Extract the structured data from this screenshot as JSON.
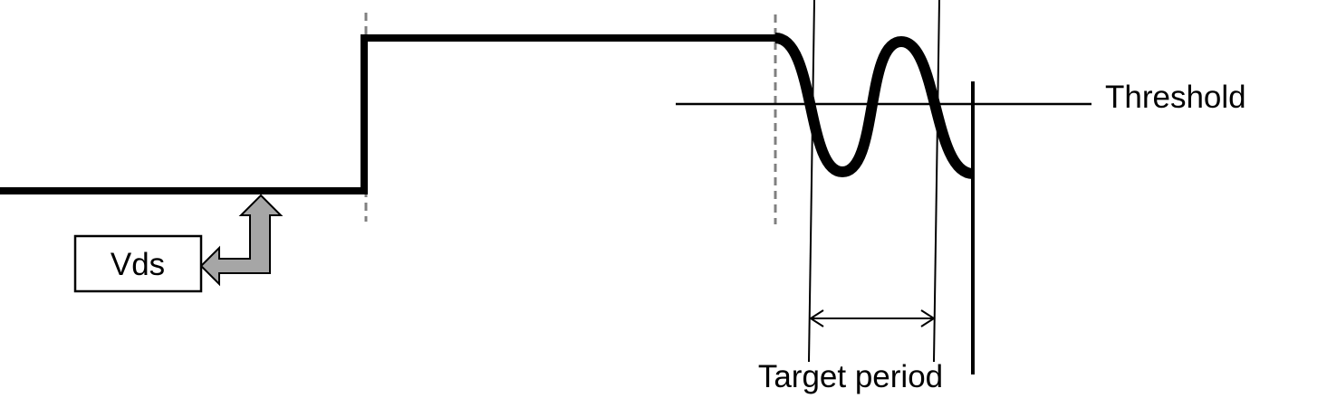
{
  "labels": {
    "signal": "Vds",
    "threshold": "Threshold",
    "target_period": "Target period"
  },
  "colors": {
    "waveform": "#000000",
    "arrow_fill": "#a6a6a6",
    "dashed_marker": "#808080",
    "label_box_border": "#000000"
  }
}
